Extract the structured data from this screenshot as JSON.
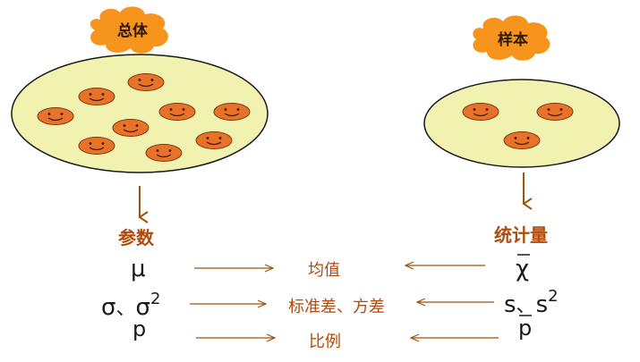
{
  "population": {
    "cloud_label": "总体",
    "heading": "参数",
    "symbols": {
      "mean": "μ",
      "sd": "σ",
      "sep": "、",
      "variance": "σ",
      "variance_exp": "2",
      "proportion": "p"
    }
  },
  "sample": {
    "cloud_label": "样本",
    "heading": "统计量",
    "symbols": {
      "mean": "χ",
      "sd": "s",
      "sep": "、",
      "variance": "s",
      "variance_exp": "2",
      "proportion": "p"
    }
  },
  "concepts": {
    "mean": "均值",
    "spread": "标准差、方差",
    "proportion": "比例"
  },
  "colors": {
    "cloud_fill": "#f7941d",
    "ellipse_fill": "#f2f2b0",
    "ellipse_stroke": "#1a1a1a",
    "face_fill": "#e8722a",
    "arrow": "#a0520f",
    "heading": "#b24a0b",
    "concept_text": "#b24a0b"
  }
}
